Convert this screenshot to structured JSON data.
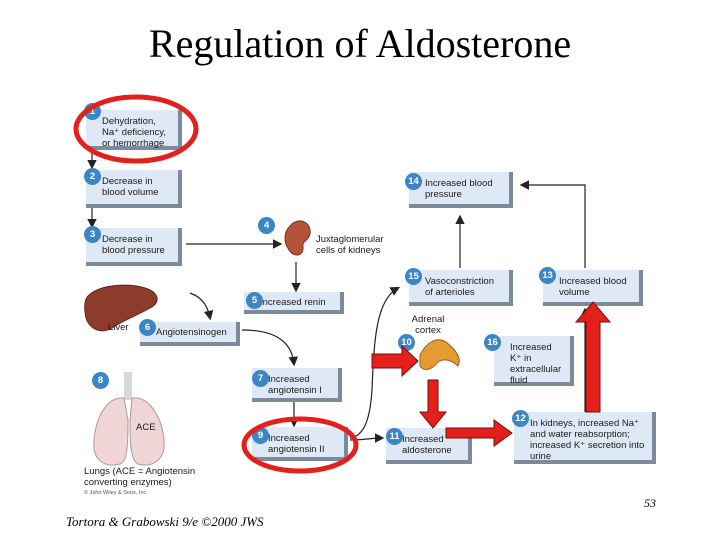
{
  "title": "Regulation of Aldosterone",
  "steps": {
    "s1": {
      "num": "1",
      "text": "Dehydration, Na⁺ deficiency, or hemorrhage"
    },
    "s2": {
      "num": "2",
      "text": "Decrease in blood volume"
    },
    "s3": {
      "num": "3",
      "text": "Decrease in blood pressure"
    },
    "s4": {
      "num": "4",
      "text": "Juxtaglomerular cells of kidneys"
    },
    "s5": {
      "num": "5",
      "text": "Increased renin"
    },
    "s6": {
      "num": "6",
      "text": "Angiotensinogen"
    },
    "s7": {
      "num": "7",
      "text": "Increased angiotensin I"
    },
    "s8": {
      "num": "8",
      "text": "Lungs (ACE = Angiotensin converting enzymes)"
    },
    "s9": {
      "num": "9",
      "text": "Increased angiotensin II"
    },
    "s10": {
      "num": "10",
      "text": "Adrenal cortex"
    },
    "s11": {
      "num": "11",
      "text": "Increased aldosterone"
    },
    "s12": {
      "num": "12",
      "text": "In kidneys, increased Na⁺ and water reabsorption; increased K⁺ secretion into urine"
    },
    "s13": {
      "num": "13",
      "text": "Increased blood volume"
    },
    "s14": {
      "num": "14",
      "text": "Increased blood pressure"
    },
    "s15": {
      "num": "15",
      "text": "Vasoconstriction of arterioles"
    },
    "s16": {
      "num": "16",
      "text": "Increased K⁺ in extracellular fluid"
    }
  },
  "labels": {
    "liver": "Liver",
    "ace": "ACE"
  },
  "credit": "© John Wiley & Sons, Inc.",
  "footer": "Tortora & Grabowski 9/e ©2000 JWS",
  "page_number": "53",
  "colors": {
    "box": "#dfe9f6",
    "badge": "#3c86c8",
    "highlight": "#e3201b"
  }
}
